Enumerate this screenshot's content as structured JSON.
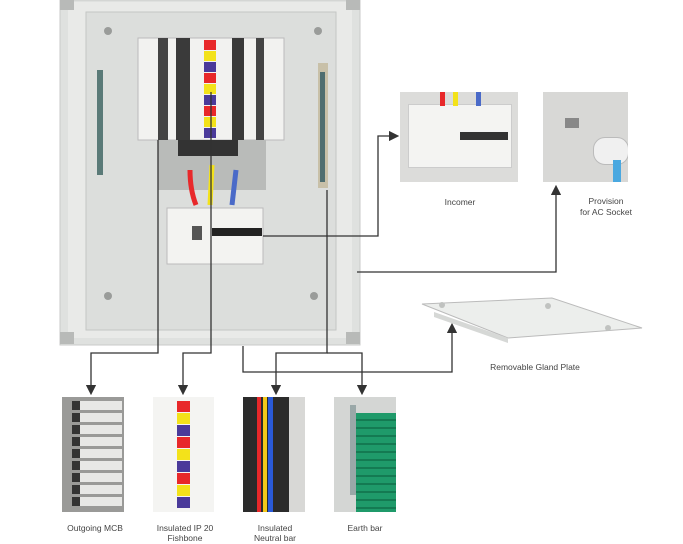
{
  "diagram": {
    "title": "Distribution board component callouts",
    "labels": {
      "incomer": "Incomer",
      "ac_socket_line1": "Provision",
      "ac_socket_line2": "for AC Socket",
      "gland_plate": "Removable Gland Plate",
      "outgoing_mcb": "Outgoing MCB",
      "fishbone_line1": "Insulated IP 20",
      "fishbone_line2": "Fishbone",
      "neutral_line1": "Insulated",
      "neutral_line2": "Neutral bar",
      "earth_bar": "Earth bar"
    },
    "colors": {
      "phase_red": "#e8282a",
      "phase_yellow": "#f3e21a",
      "phase_blue": "#4a3a9a",
      "earth_green": "#1f9a6a",
      "callout_line": "#333333",
      "enclosure": "#e4e6e4"
    }
  }
}
